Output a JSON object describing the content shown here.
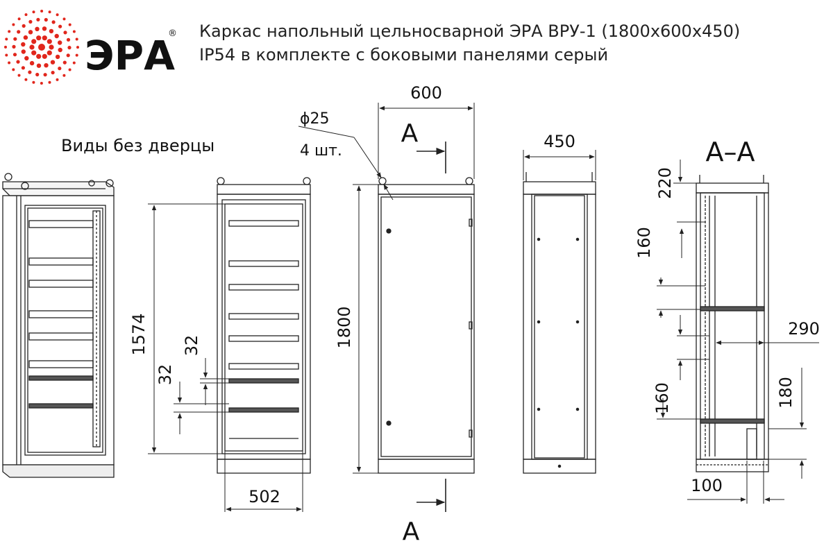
{
  "brand": {
    "name": "ЭРА",
    "registered": "®",
    "accent_color": "#e1261c"
  },
  "title": {
    "line1": "Каркас напольный цельносварной ЭРА ВРУ-1 (1800x600x450)",
    "line2": "IP54 в комплекте с боковыми панелями серый"
  },
  "caption": "Виды без дверцы",
  "dimensions": {
    "width_front": "600",
    "hole_diameter": "ϕ25",
    "hole_count": "4 шт.",
    "depth": "450",
    "height_total": "1800",
    "height_inner": "1574",
    "inner_width": "502",
    "rail_32_a": "32",
    "rail_32_b": "32",
    "section_label": "А–А",
    "section_top": "220",
    "section_160_top": "160",
    "section_290": "290",
    "section_160_bottom": "160",
    "section_180": "180",
    "section_100": "100"
  },
  "section_markers": {
    "top": "А",
    "bottom": "А"
  }
}
